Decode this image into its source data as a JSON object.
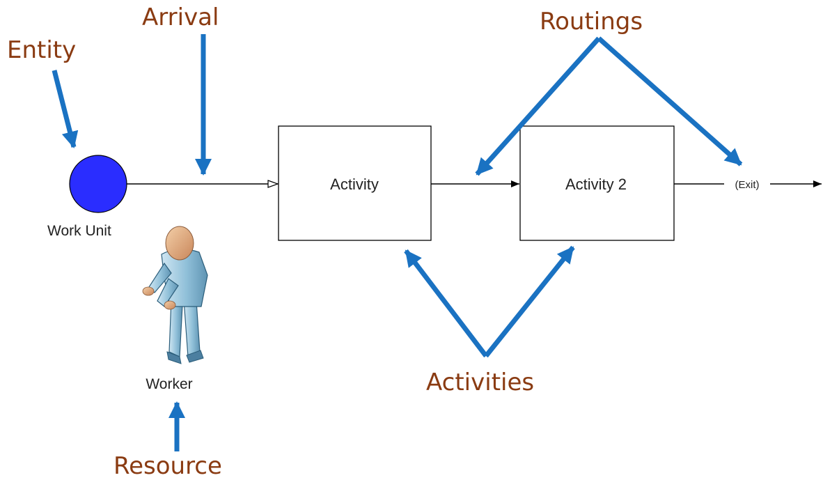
{
  "diagram": {
    "nodes": {
      "work_unit": {
        "label": "Work Unit",
        "icon": "circle-entity-icon"
      },
      "worker": {
        "label": "Worker",
        "icon": "person-worker-icon"
      },
      "activity_1": {
        "label": "Activity"
      },
      "activity_2": {
        "label": "Activity 2"
      },
      "exit": {
        "label": "(Exit)"
      }
    },
    "callouts": {
      "entity": "Entity",
      "arrival": "Arrival",
      "routings": "Routings",
      "activities": "Activities",
      "resource": "Resource"
    },
    "colors": {
      "callout_text": "#8a3b12",
      "callout_arrow": "#1a72c2",
      "entity_fill": "#2a2dff",
      "flow_line": "#000000"
    }
  }
}
